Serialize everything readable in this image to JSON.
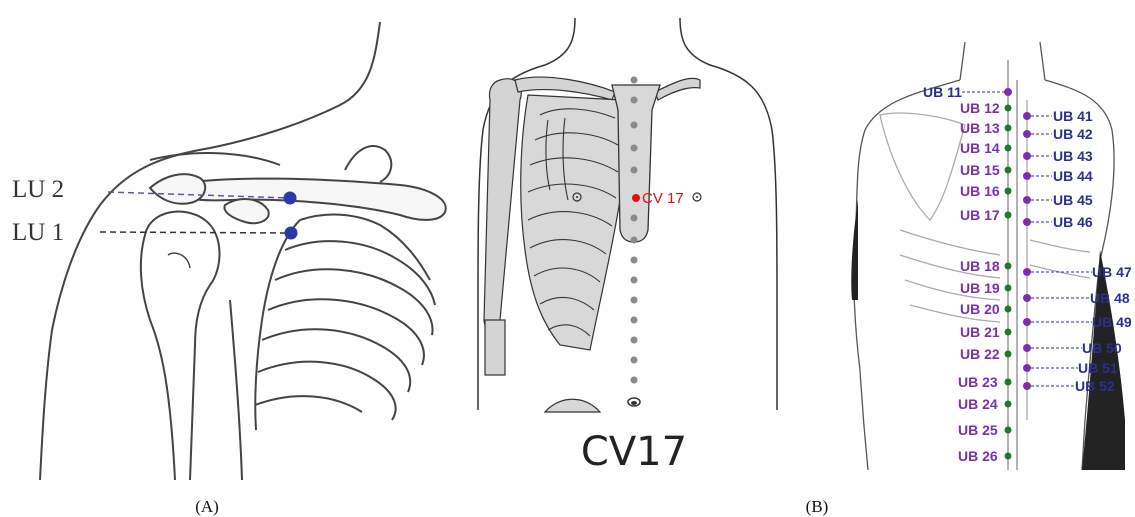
{
  "captions": {
    "a": "(A)",
    "b": "(B)"
  },
  "shoulder": {
    "lu2": "LU 2",
    "lu1": "LU 1"
  },
  "chest": {
    "point_label": "CV 17",
    "title": "CV17"
  },
  "back": {
    "top_label": "UB 11",
    "left_labels": [
      "UB 12",
      "UB 13",
      "UB 14",
      "UB 15",
      "UB 16",
      "UB 17",
      "UB 18",
      "UB 19",
      "UB 20",
      "UB 21",
      "UB 22",
      "UB 23",
      "UB 24",
      "UB 25",
      "UB 26"
    ],
    "right_labels": [
      "UB 41",
      "UB 42",
      "UB 43",
      "UB 44",
      "UB 45",
      "UB 46",
      "UB 47",
      "UB 48",
      "UB 49",
      "UB 50",
      "UB 51",
      "UB 52"
    ]
  },
  "colors": {
    "acupoint_blue": "#2f36a8",
    "acupoint_red": "#e01010",
    "point_green": "#1f7a2a",
    "point_purple": "#7a2fb0"
  }
}
